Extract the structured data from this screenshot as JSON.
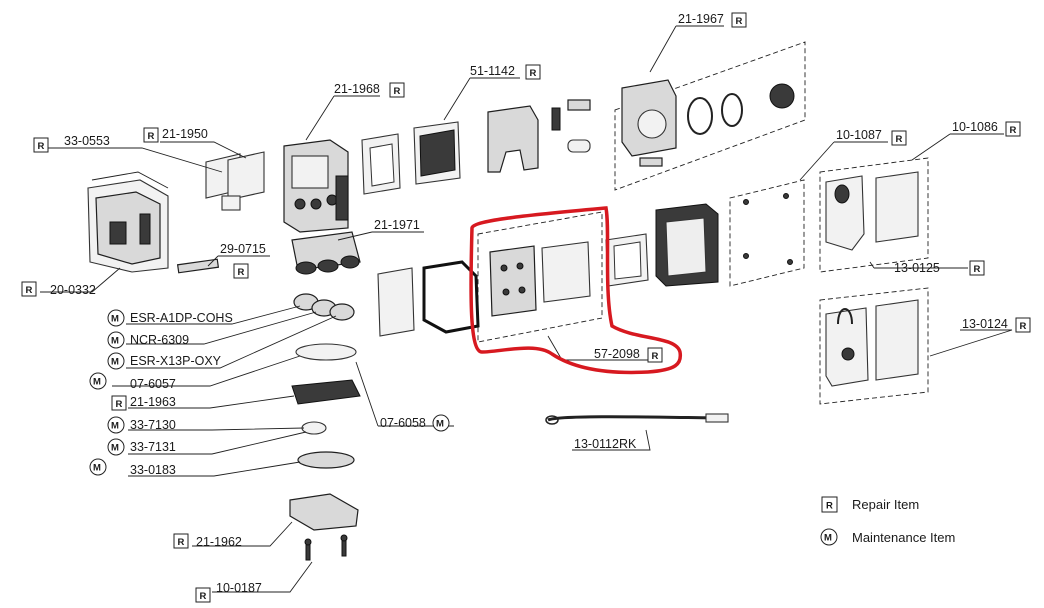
{
  "highlight_color": "#d71920",
  "legend": {
    "repair_symbol": "R",
    "repair_label": "Repair Item",
    "maintenance_symbol": "M",
    "maintenance_label": "Maintenance Item"
  },
  "labels": {
    "p21_1967": "21-1967",
    "p51_1142": "51-1142",
    "p21_1968": "21-1968",
    "p33_0553": "33-0553",
    "p21_1950": "21-1950",
    "p10_1087": "10-1087",
    "p10_1086": "10-1086",
    "p29_0715": "29-0715",
    "p21_1971": "21-1971",
    "p20_0332": "20-0332",
    "p13_0125": "13-0125",
    "pESR_A1DP": "ESR-A1DP-COHS",
    "pNCR_6309": "NCR-6309",
    "pESR_X13P": "ESR-X13P-OXY",
    "p13_0124": "13-0124",
    "p07_6057": "07-6057",
    "p57_2098": "57-2098",
    "p21_1963": "21-1963",
    "p33_7130": "33-7130",
    "p07_6058": "07-6058",
    "p13_0112RK": "13-0112RK",
    "p33_7131": "33-7131",
    "p33_0183": "33-0183",
    "p21_1962": "21-1962",
    "p10_0187": "10-0187"
  }
}
